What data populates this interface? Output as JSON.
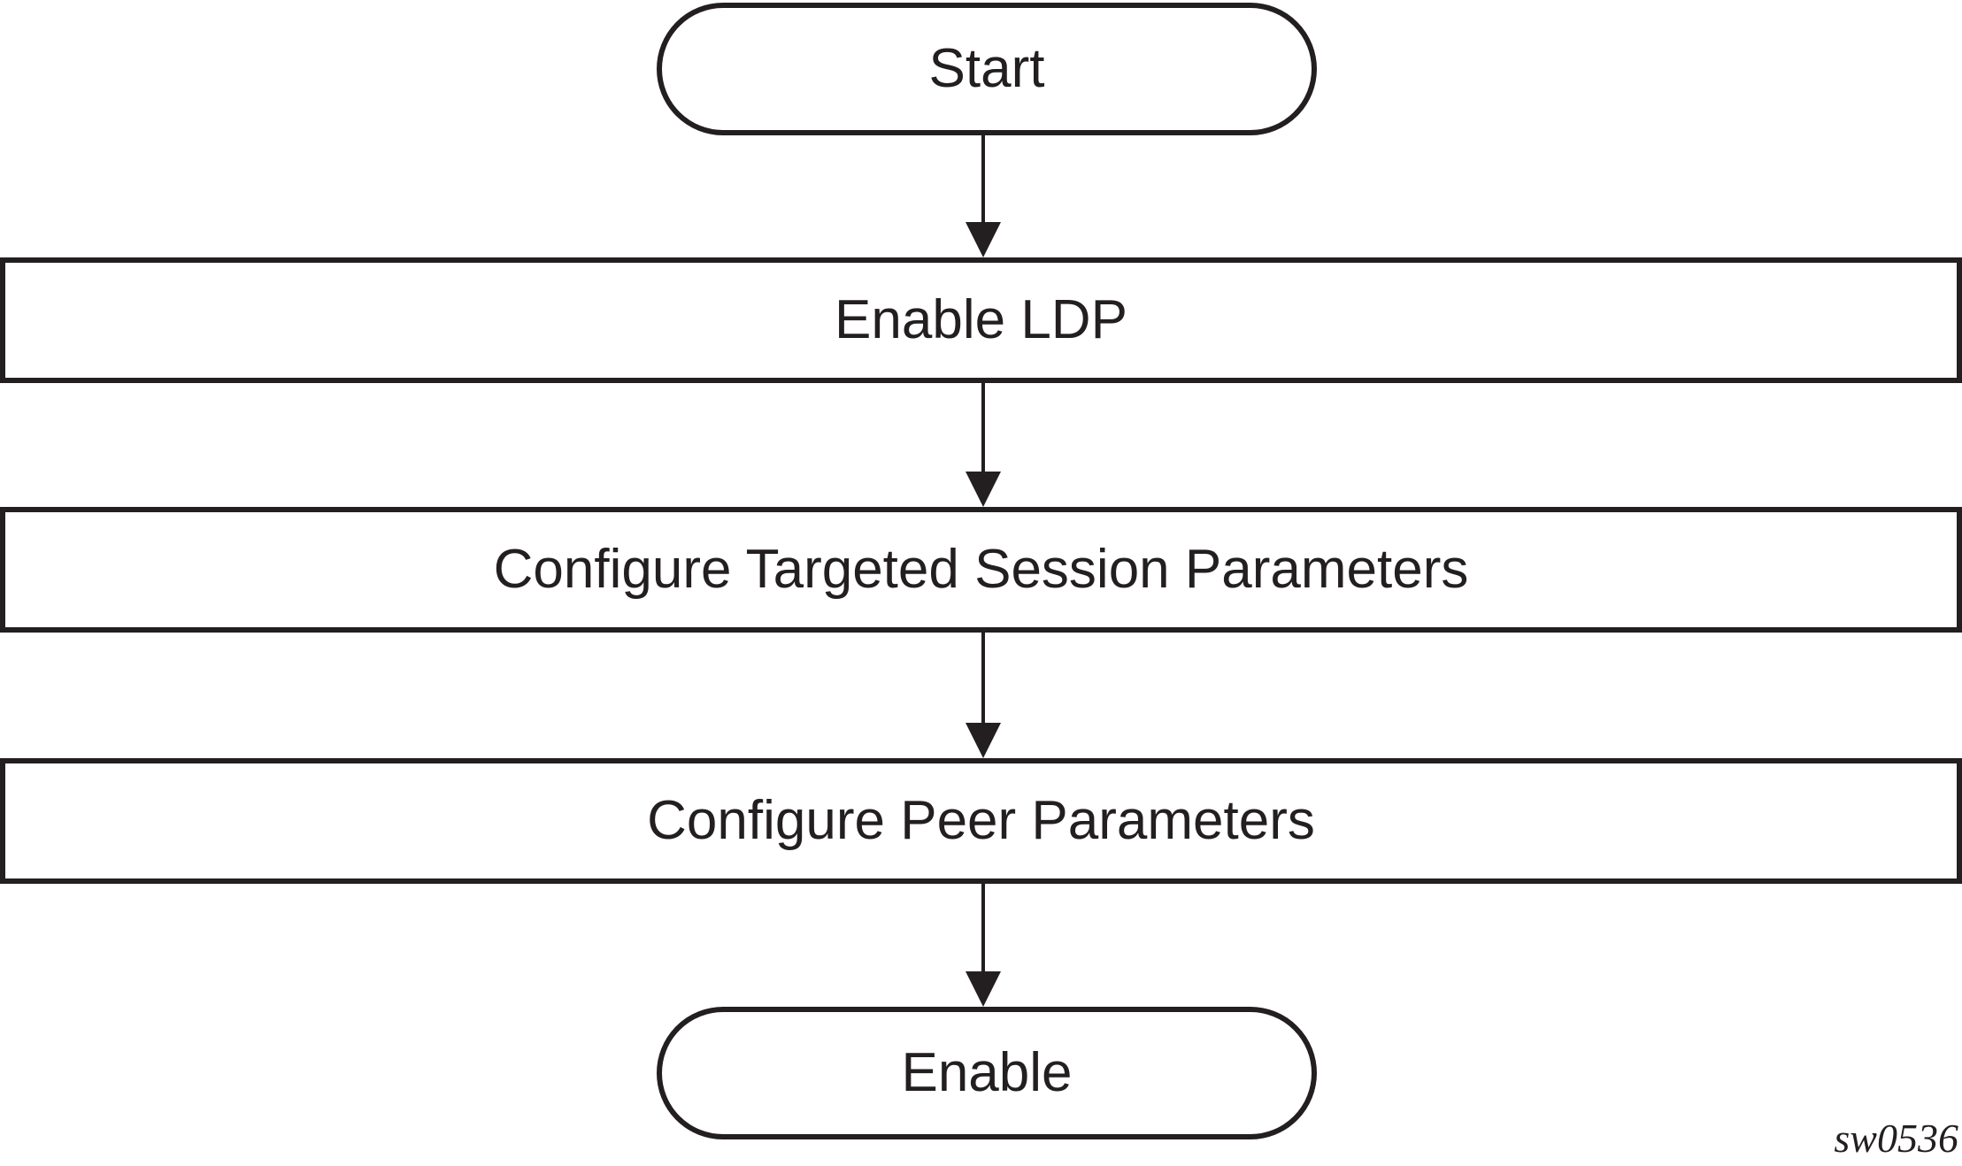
{
  "diagram": {
    "type": "flowchart",
    "nodes": [
      {
        "id": "start",
        "shape": "terminal",
        "label": "Start"
      },
      {
        "id": "enable_ldp",
        "shape": "process",
        "label": "Enable LDP"
      },
      {
        "id": "targeted_session",
        "shape": "process",
        "label": "Configure Targeted Session Parameters"
      },
      {
        "id": "peer_params",
        "shape": "process",
        "label": "Configure Peer Parameters"
      },
      {
        "id": "enable",
        "shape": "terminal",
        "label": "Enable"
      }
    ],
    "edges": [
      {
        "from": "start",
        "to": "enable_ldp"
      },
      {
        "from": "enable_ldp",
        "to": "targeted_session"
      },
      {
        "from": "targeted_session",
        "to": "peer_params"
      },
      {
        "from": "peer_params",
        "to": "enable"
      }
    ],
    "figure_id": "sw0536",
    "colors": {
      "stroke": "#231f20",
      "fill": "#ffffff"
    }
  }
}
